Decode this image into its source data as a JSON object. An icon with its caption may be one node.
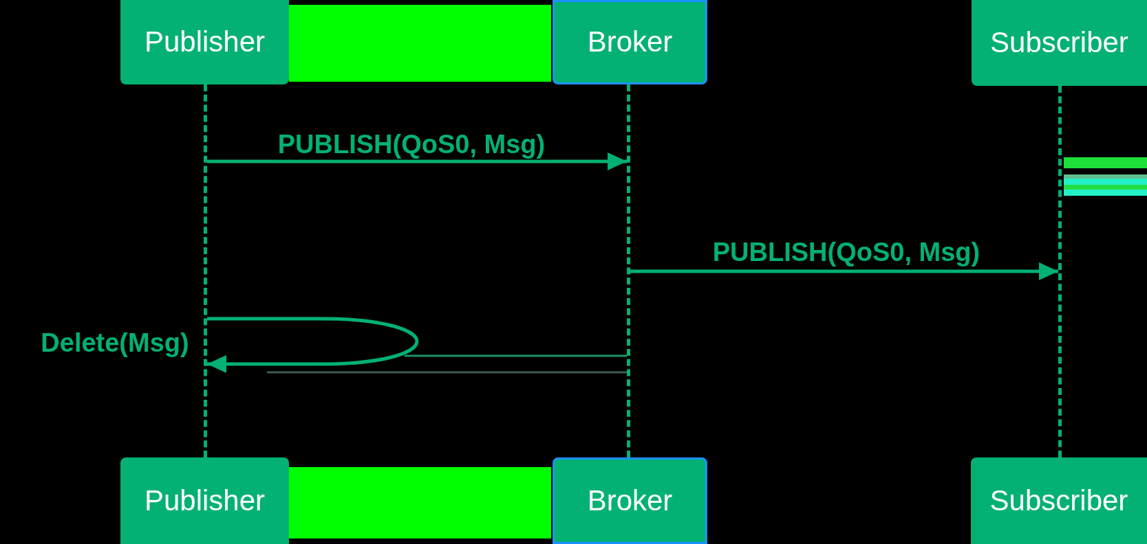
{
  "diagram": {
    "nodes": [
      {
        "text": [
          "Publisher"
        ]
      },
      {
        "text": [],
        "shape": "box"
      },
      {
        "text": [
          "Broker"
        ]
      },
      {
        "text": [
          "Subscriber"
        ]
      },
      {
        "text": [],
        "shape": "line"
      },
      {
        "text": [],
        "shape": "line"
      },
      {
        "text": [],
        "shape": "line"
      },
      {
        "text": [
          "Publisher"
        ]
      },
      {
        "text": [],
        "shape": "box"
      },
      {
        "text": [
          "Broker"
        ]
      },
      {
        "text": [
          "Subscriber"
        ]
      }
    ],
    "edges": [
      {
        "from": 4,
        "to": 5,
        "arrow": "to",
        "label": "PUBLISH(QoS0, Msg)"
      },
      {
        "from": 5,
        "to": 6,
        "arrow": "to",
        "label": "PUBLISH(QoS0, Msg)"
      },
      {
        "from": 4,
        "to": 4,
        "arrow": "to",
        "label": "Delete(Msg)"
      },
      {
        "from": 5,
        "to": null,
        "arrow": "none",
        "color": "#17956b"
      },
      {
        "from": 5,
        "to": null,
        "arrow": "none",
        "color": "#3c5e54"
      }
    ]
  }
}
